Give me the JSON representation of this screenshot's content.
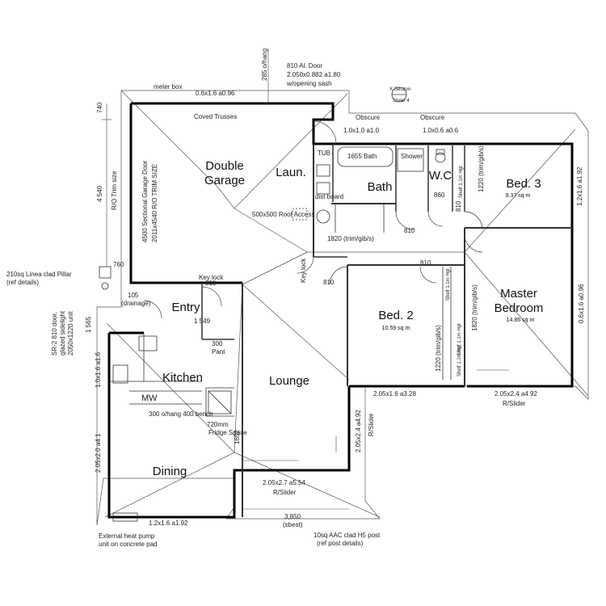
{
  "rooms": {
    "garage_line1": "Double",
    "garage_line2": "Garage",
    "laundry": "Laun.",
    "bath": "Bath",
    "wc": "W.C",
    "bed3": "Bed. 3",
    "bed3_area": "9.37 sq m",
    "bed2": "Bed. 2",
    "bed2_area": "10.59 sq m",
    "master_line1": "Master",
    "master_line2": "Bedroom",
    "master_area": "14.86 sq m",
    "entry": "Entry",
    "kitchen": "Kitchen",
    "lounge": "Lounge",
    "dining": "Dining"
  },
  "notes": {
    "meter_box": "meter box",
    "top_window": "0.6x1.6 a0.96",
    "eave": "285 o/hang",
    "al_door_1": "810 Al. Door",
    "al_door_2": "2.050x0.882 a1.80",
    "al_door_3": "w/opening sash",
    "section": "X-Section",
    "section_sheet": "Sheet 4",
    "obscure_1": "Obscure",
    "obscure_2": "Obscure",
    "win_1": "1.0x1.0 a1.0",
    "win_2": "1.0x0.6 a0.6",
    "coved": "Coved Trusses",
    "garage_door_1": "4500 Sectional Garage Door",
    "garage_door_2": "2011x4540 R/O TRIM SIZE",
    "tub": "TUB",
    "bath_size": "1655 Bath",
    "shower": "Shower",
    "dist_board": "dist board",
    "roof_access": "500x500 Roof Access",
    "trim": "1820 (trim/gib/s)",
    "d810_a": "810",
    "d810_b": "810",
    "d810_c": "810",
    "d810_d": "810",
    "d810_e": "810",
    "d860": "860",
    "key_lock_1": "Key lock",
    "key_lock_2": "Key lock",
    "bed3_robe": "1220 (trim/gib/s)",
    "bed3_window": "1.2x1.6 a1.92",
    "shelf_1": "Shelf 1.1m Hgt",
    "shelf_2": "Shelf 1.1m Hgt",
    "shelf_3": "Shelf 1.1m Hgt",
    "shelf_4": "Shelf 1.1m Hgt",
    "master_robe": "1820 (trim/gib/s)",
    "master_window": "0.6x1.6 a0.96",
    "bed2_robe": "1220 (trim/gib/s)",
    "master_slider": "2.05x2.4 a4.92",
    "r_slider_1": "R/Slider",
    "bed2_window": "2.05x1.6 a3.28",
    "r_slider_2": "R/Slider",
    "lounge_window": "2.05x2.4 a4.92",
    "lounge_slider": "2.05x2.7 a5.54",
    "r_slider_3": "R/Slider",
    "pillar_1": "210sq Linea clad Pillar",
    "pillar_2": "(ref details)",
    "sr_door_1": "SR-2 810 door,",
    "sr_door_2": "glazed sidelight",
    "sr_door_3": "2050x1220 unit",
    "entry_760": "760",
    "entry_105": "105",
    "drainage": "(drainage)",
    "ent_1549": "1 549",
    "pantry_300": "300",
    "pantry": "Pant",
    "fridge": "Fridge Space",
    "fridge_w": "720mm",
    "mw": "MW",
    "kitchen_window": "1.0x1.6 a1.6",
    "o_hang": "300 o/hang 400 bench",
    "dining_window": "2.05x2.0 a4.1",
    "lounge_1652": "1652",
    "heat_pump_1": "External heat pump",
    "heat_pump_2": "unit on concrete pad",
    "dining_bottom": "1.2x1.6 a1.92",
    "dim_3850": "3,850",
    "dim_3850_sub": "(sbest)",
    "post_1": "10sq AAC clad H5 post",
    "post_2": "(ref post details)",
    "dim_4540": "4 540",
    "dim_740": "740",
    "dim_1565": "1 565",
    "r_o_size": "R/O Trim size"
  }
}
